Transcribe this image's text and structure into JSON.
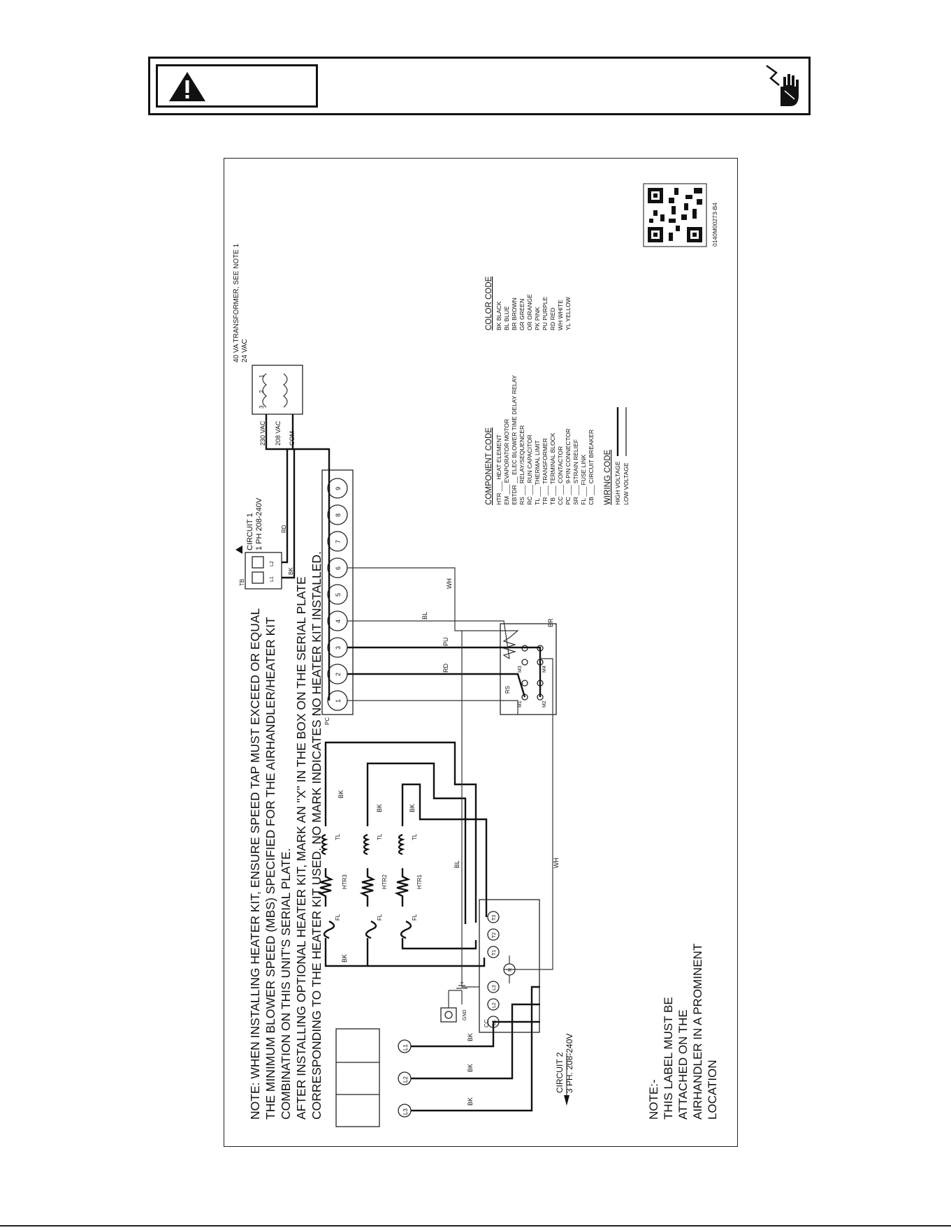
{
  "diagram": {
    "notes": {
      "line1": "NOTE: WHEN INSTALLING HEATER KIT, ENSURE SPEED TAP MUST EXCEED OR EQUAL",
      "line2": "THE  MINIMUM BLOWER SPEED (MBS) SPECIFIED FOR THE AIRHANDLER/HEATER KIT",
      "line3": "COMBINATION ON THIS UNIT'S SERIAL PLATE.",
      "line4": "AFTER INSTALLING OPTIONAL HEATER KIT, MARK AN \"X\" IN THE BOX ON THE SERIAL PLATE",
      "line5": "CORRESPONDING TO THE HEATER KIT USED. NO MARK INDICATES NO HEATER KIT INSTALLED."
    },
    "label_note": {
      "line1": "NOTE:-",
      "line2": "THIS LABEL MUST BE",
      "line3": "ATTACHED ON THE",
      "line4": "AIRHANDLER IN A PROMINENT",
      "line5": "LOCATION"
    },
    "circuit1": {
      "title": "CIRCUIT 1",
      "spec": "1 PH 208-240V"
    },
    "circuit2": {
      "title": "CIRCUIT 2",
      "spec": "3 PH. 208-240V"
    },
    "transformer": {
      "title": "40 VA TRANSFORMER, SEE NOTE 1",
      "secondary": "24 VAC",
      "tap_230": "230 VAC",
      "tap_208": "208 VAC",
      "tap_com": "COM",
      "t3": "3",
      "t2": "2",
      "t1": "1"
    },
    "terminal_block": {
      "name": "TB",
      "l1": "L1",
      "l2": "L2"
    },
    "pin_connector": {
      "name": "PC",
      "pins": [
        "1",
        "2",
        "3",
        "4",
        "5",
        "6",
        "7",
        "8",
        "9"
      ]
    },
    "relay": {
      "name": "RS",
      "m1": "M1",
      "m2": "M2",
      "m3": "M3",
      "m4": "M4"
    },
    "contactor": {
      "name": "CC",
      "l1": "L1",
      "l2": "L2",
      "l3": "L3",
      "t1": "T1",
      "t2": "T2",
      "t3": "T3",
      "coil": "R"
    },
    "ground": "GND",
    "heaters": {
      "htr1": "HTR1",
      "htr2": "HTR2",
      "htr3": "HTR3",
      "tl": "TL",
      "fl": "FL"
    },
    "wire_labels": {
      "bk": "BK",
      "rd": "RD",
      "pu": "PU",
      "bl": "BL",
      "wh": "WH",
      "br": "BR"
    },
    "supply": {
      "l1": "L1",
      "l2": "L2",
      "l3": "L3"
    },
    "component_code": {
      "title": "COMPONENT CODE",
      "items": [
        "HTR ___ HEAT ELEMENT",
        "EM ___ EVAPORATOR MOTOR",
        "EBTDR __ ELEC BLOWER TIME DELAY RELAY",
        "RS ___ RELAY/SEQUENCER",
        "RC ___ RUN CAPACITOR",
        "TL ___ THERMAL LIMIT",
        "TR ___ TRANSFORMER",
        "TB ___ TERMINAL BLOCK",
        "CC ___ CONTACTOR",
        "PC ___ 9-PIN CONNECTOR",
        "SR ___ STRAIN RELIEF",
        "FL ___ FUSE LINK",
        "CB ___ CIRCUIT BREAKER"
      ]
    },
    "color_code": {
      "title": "COLOR CODE",
      "items": [
        "BK  BLACK",
        "BL  BLUE",
        "BR  BROWN",
        "GR  GREEN",
        "OR  ORANGE",
        "PK  PINK",
        "PU  PURPLE",
        "RD  RED",
        "WH  WHITE",
        "YL  YELLOW"
      ]
    },
    "wiring_code": {
      "title": "WIRING CODE",
      "high": "HIGH VOLTAGE",
      "low": "LOW VOLTAGE"
    },
    "part_number": "0140M00273-B4"
  },
  "icons": {
    "warning": "warning-triangle-icon",
    "shock": "electric-shock-hand-icon",
    "qr": "qr-code"
  }
}
